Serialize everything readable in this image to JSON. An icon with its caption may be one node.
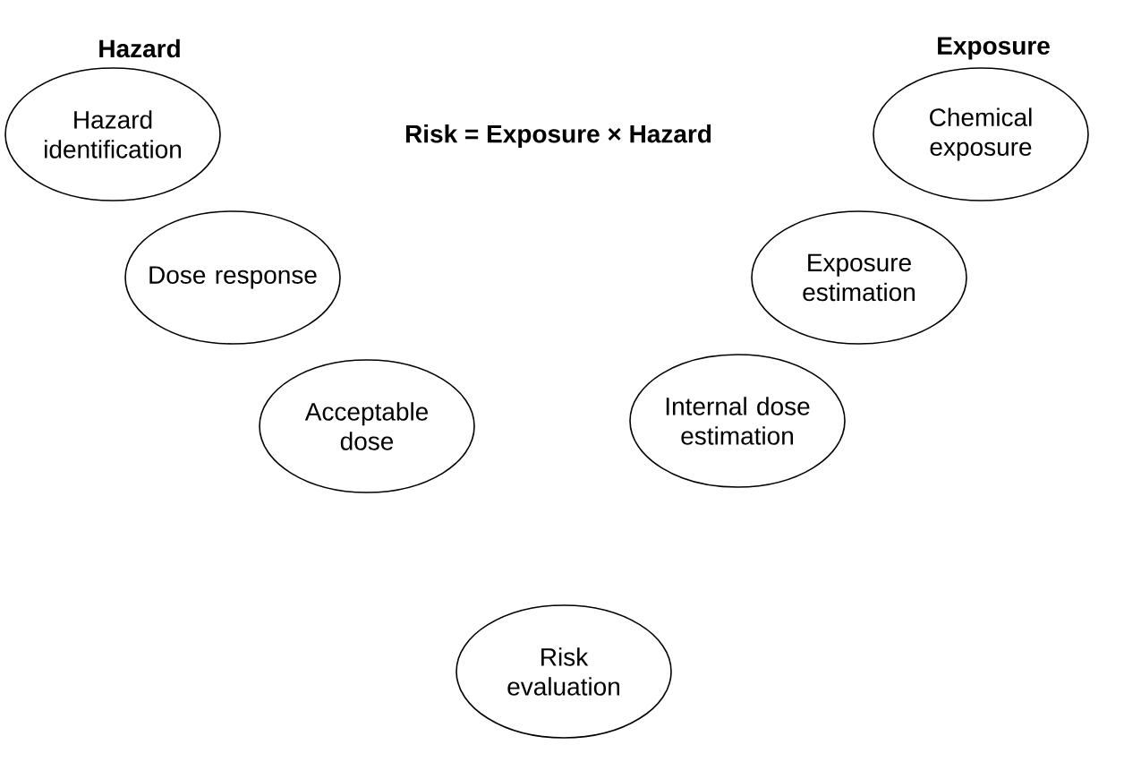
{
  "diagram": {
    "nodes": [
      {
        "text": [
          "Hazard identification"
        ]
      },
      {
        "text": [
          "Chemical exposure"
        ]
      },
      {
        "text": [
          "Dose response"
        ]
      },
      {
        "text": [
          "Exposure estimation"
        ]
      },
      {
        "text": [
          "Acceptable dose"
        ]
      },
      {
        "text": [
          "Internal dose estimation"
        ]
      },
      {
        "text": [
          "Risk evaluation"
        ]
      }
    ],
    "labels": [
      "Hazard",
      "Exposure",
      "Risk = Exposure × Hazard"
    ]
  }
}
